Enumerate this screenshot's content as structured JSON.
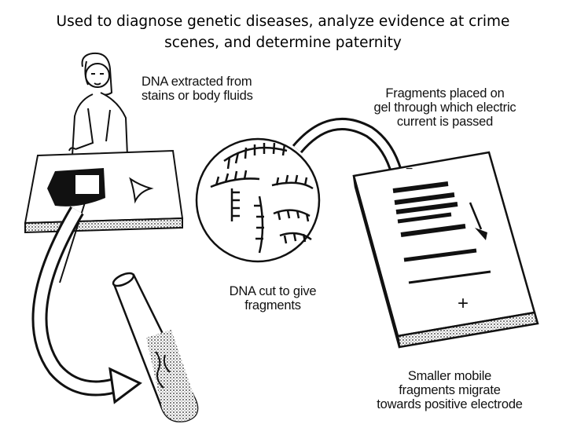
{
  "title": {
    "line1": "Used to diagnose genetic diseases, analyze evidence at crime",
    "line2": "scenes, and determine paternity"
  },
  "labels": {
    "extracted": [
      "DNA extracted from",
      "stains or body fluids"
    ],
    "fragments_gel": [
      "Fragments placed on",
      "gel through which electric",
      "current is passed"
    ],
    "dna_cut": [
      "DNA cut to give",
      "fragments"
    ],
    "migrate": [
      "Smaller mobile",
      "fragments migrate",
      "towards positive electrode"
    ]
  },
  "gel_signs": {
    "negative": "−",
    "positive": "+"
  },
  "colors": {
    "ink": "#111111",
    "background": "#ffffff"
  }
}
